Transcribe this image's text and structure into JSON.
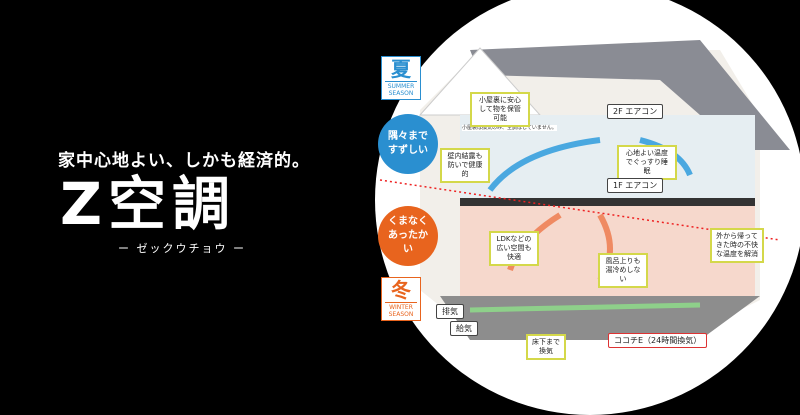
{
  "headline": {
    "tagline": "家中心地よい、しかも経済的。",
    "logo": "Z空調",
    "reading": "ー ゼックウチョウ ー"
  },
  "summer": {
    "kanji": "夏",
    "english": "SUMMER SEASON",
    "bubble": "隅々まですずしい",
    "color": "#2a8fd0"
  },
  "winter": {
    "kanji": "冬",
    "english": "WINTER SEASON",
    "bubble": "くまなくあったかい",
    "color": "#e8641e"
  },
  "notes": {
    "attic": "小屋裏に安心して物を保管可能",
    "attic_sub": "小屋裏は換気のみ、空調はしていません。",
    "wall": "壁内結露も防いで健康的",
    "sleep": "心地よい温度でぐっすり睡眠",
    "ldk": "LDKなどの広い空間も快適",
    "bath": "風呂上りも湯冷めしない",
    "return": "外から帰ってきた時の不快な温度を解消",
    "underfloor": "床下まで換気"
  },
  "tags": {
    "ac2f": "2F エアコン",
    "ac1f": "1F エアコン",
    "exhaust": "排気",
    "supply": "給気",
    "ventilation": "ココチE（24時間換気）"
  }
}
